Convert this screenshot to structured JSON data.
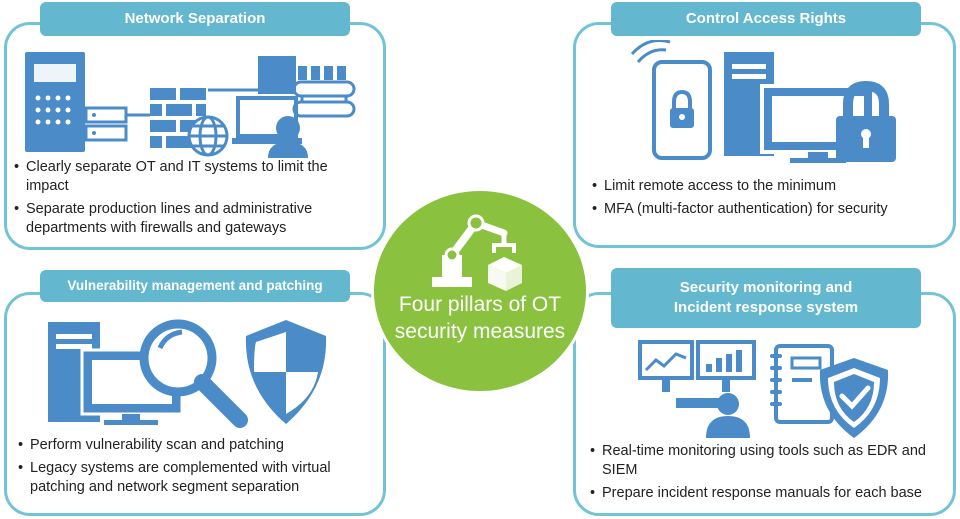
{
  "colors": {
    "accent": "#63b8cf",
    "icon": "#4b8bc8",
    "center": "#8ac23f",
    "border": "#73c3d6"
  },
  "center": {
    "line1": "Four pillars of OT",
    "line2": "security measures",
    "icon": "robot-arm-icon"
  },
  "pillars": {
    "network": {
      "title": "Network Separation",
      "icons": [
        "server-icon",
        "firewall-icon",
        "globe-icon",
        "laptop-icon",
        "user-icon",
        "conveyor-icon"
      ],
      "bullets": [
        "Clearly separate OT and IT systems to limit the impact",
        "Separate production lines and administrative departments with firewalls and gateways"
      ]
    },
    "access": {
      "title": "Control Access Rights",
      "icons": [
        "smartphone-lock-icon",
        "computer-lock-icon"
      ],
      "bullets": [
        "Limit remote access to the minimum",
        "MFA (multi-factor authentication) for security"
      ]
    },
    "vuln": {
      "title": "Vulnerability management and patching",
      "icons": [
        "computer-icon",
        "magnifier-icon",
        "shield-icon"
      ],
      "bullets": [
        "Perform vulnerability scan and patching",
        "Legacy systems are complemented with virtual patching and network segment separation"
      ]
    },
    "monitoring": {
      "title_line1": "Security monitoring and",
      "title_line2": "Incident response system",
      "icons": [
        "monitoring-operator-icon",
        "manual-icon",
        "shield-check-icon"
      ],
      "bullets": [
        "Real-time monitoring using tools such as EDR and SIEM",
        "Prepare incident response manuals for each base"
      ]
    }
  }
}
